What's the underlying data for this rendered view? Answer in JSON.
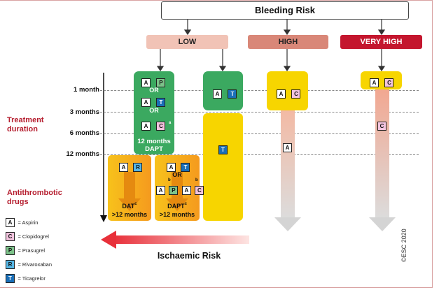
{
  "title": "Bleeding Risk",
  "categories": {
    "low": "LOW",
    "high": "HIGH",
    "very_high": "VERY HIGH"
  },
  "ticks": [
    "1 month",
    "3 months",
    "6 months",
    "12 months"
  ],
  "side_labels": {
    "treatment": "Treatment duration",
    "antithrombotic": "Antithrombotic drugs"
  },
  "drugs": {
    "A": "A",
    "C": "C",
    "P": "P",
    "R": "R",
    "T": "T"
  },
  "or_label": "OR",
  "sup_a": "a",
  "sup_b": "b",
  "sup_c": "c",
  "dapt12": {
    "line1": "12 months",
    "line2": "DAPT"
  },
  "dat12": {
    "line1": "DAT",
    "line2": ">12 months"
  },
  "dapt_long": {
    "line1": "DAPT",
    "line2": ">12 months"
  },
  "legend": [
    {
      "letter": "A",
      "text": "= Aspirin"
    },
    {
      "letter": "C",
      "text": "= Clopidogrel"
    },
    {
      "letter": "P",
      "text": "= Prasugrel"
    },
    {
      "letter": "R",
      "text": "= Rivaroxaban"
    },
    {
      "letter": "T",
      "text": "= Ticagrelor"
    }
  ],
  "ischaemic": "Ischaemic Risk",
  "copyright": "©ESC 2020",
  "colors": {
    "green": "#3ba960",
    "yellow": "#f7d500",
    "orange": "#f59a1e",
    "very_high": "#c4162e",
    "accent_red": "#b51d2e"
  }
}
